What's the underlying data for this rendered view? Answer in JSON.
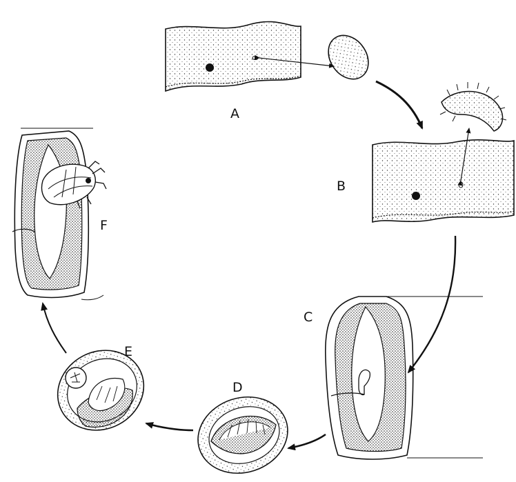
{
  "diagram": {
    "stages": [
      {
        "id": "A",
        "label": "A"
      },
      {
        "id": "B",
        "label": "B"
      },
      {
        "id": "C",
        "label": "C"
      },
      {
        "id": "D",
        "label": "D"
      },
      {
        "id": "E",
        "label": "E"
      },
      {
        "id": "F",
        "label": "F"
      }
    ],
    "colors": {
      "ink": "#111111",
      "paper": "#ffffff",
      "stipple": "#2a2a2a"
    }
  }
}
